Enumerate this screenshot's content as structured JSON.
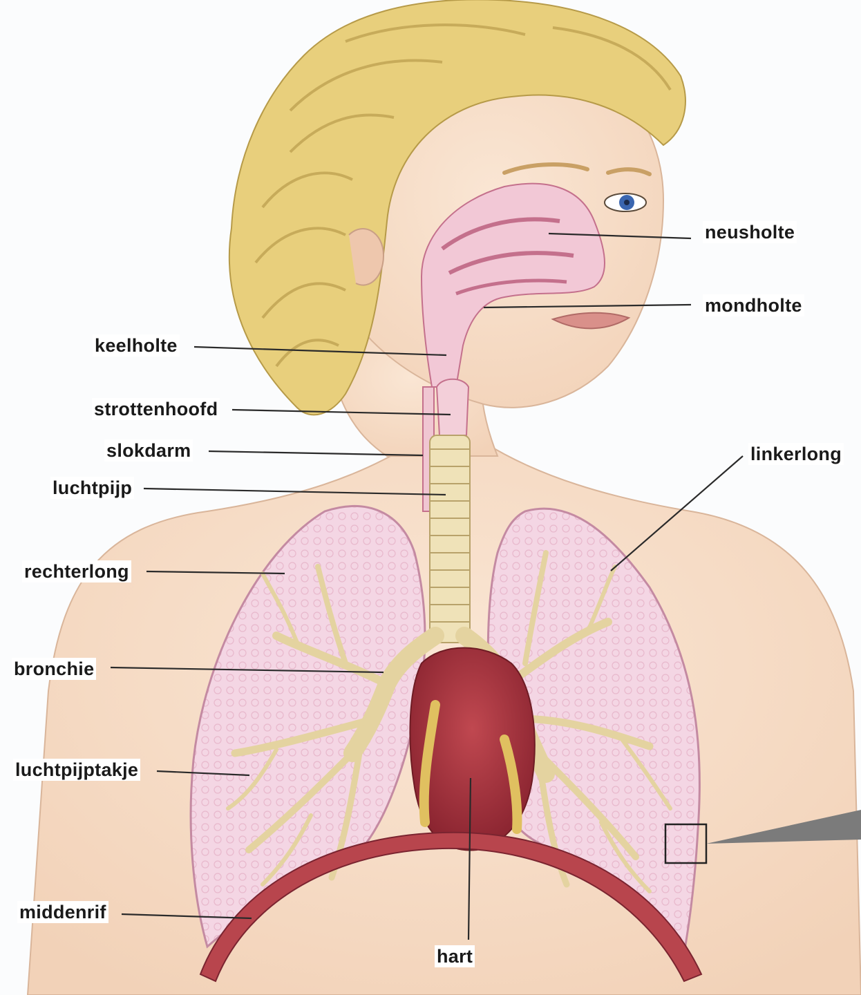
{
  "diagram": {
    "labels": {
      "neusholte": "neusholte",
      "mondholte": "mondholte",
      "keelholte": "keelholte",
      "strottenhoofd": "strottenhoofd",
      "slokdarm": "slokdarm",
      "luchtpijp": "luchtpijp",
      "linkerlong": "linkerlong",
      "rechterlong": "rechterlong",
      "bronchie": "bronchie",
      "luchtpijptakje": "luchtpijptakje",
      "middenrif": "middenrif",
      "hart": "hart"
    },
    "colors": {
      "skin": "#f6dcc6",
      "hair": "#e8cf7c",
      "lung": "#f3d3e3",
      "airway": "#efe2b8",
      "heart": "#a8343e",
      "diaphragm": "#b8454d",
      "eye": "#3a66b0",
      "leader_line": "#2a2a2a"
    }
  }
}
